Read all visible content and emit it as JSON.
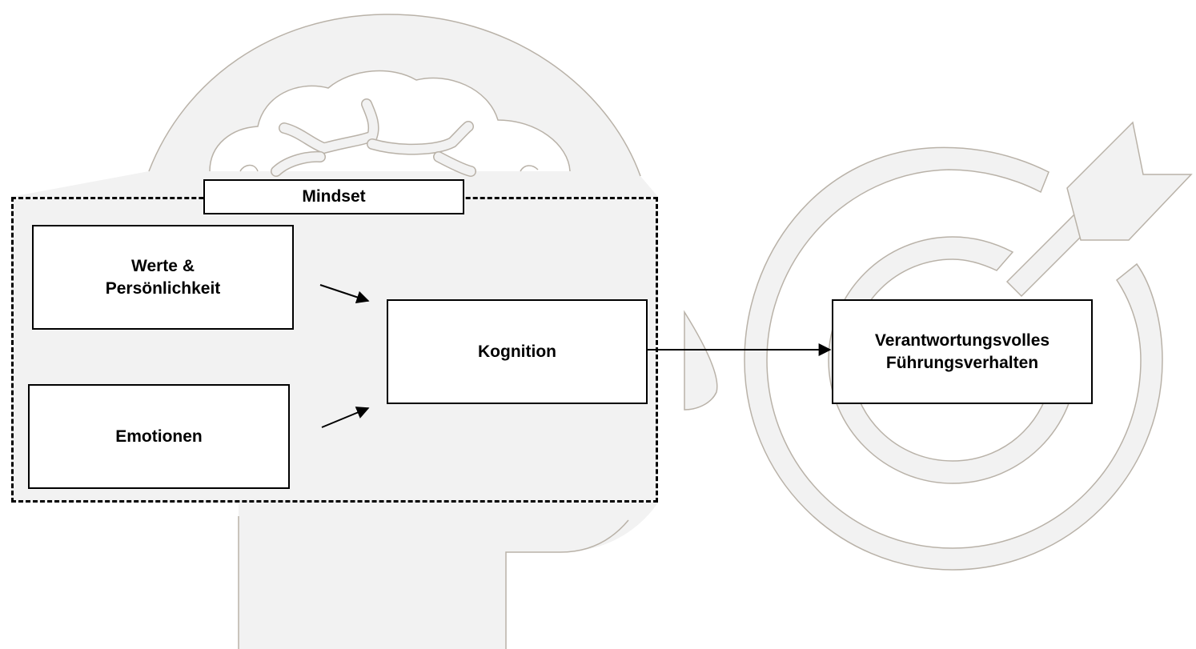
{
  "diagram": {
    "group_label": "Mindset",
    "nodes": {
      "werte": "Werte &\nPersönlichkeit",
      "emotionen": "Emotionen",
      "kognition": "Kognition",
      "fuehrung": "Verantwortungsvolles\nFührungsverhalten"
    },
    "edges": [
      {
        "from": "werte",
        "to": "kognition"
      },
      {
        "from": "emotionen",
        "to": "kognition"
      },
      {
        "from": "kognition",
        "to": "fuehrung"
      }
    ]
  },
  "background_icons": [
    "head-brain-icon",
    "target-arrow-icon"
  ],
  "colors": {
    "icon_fill": "#f2f2f2",
    "icon_stroke": "#b9b2a8",
    "line": "#000000"
  }
}
